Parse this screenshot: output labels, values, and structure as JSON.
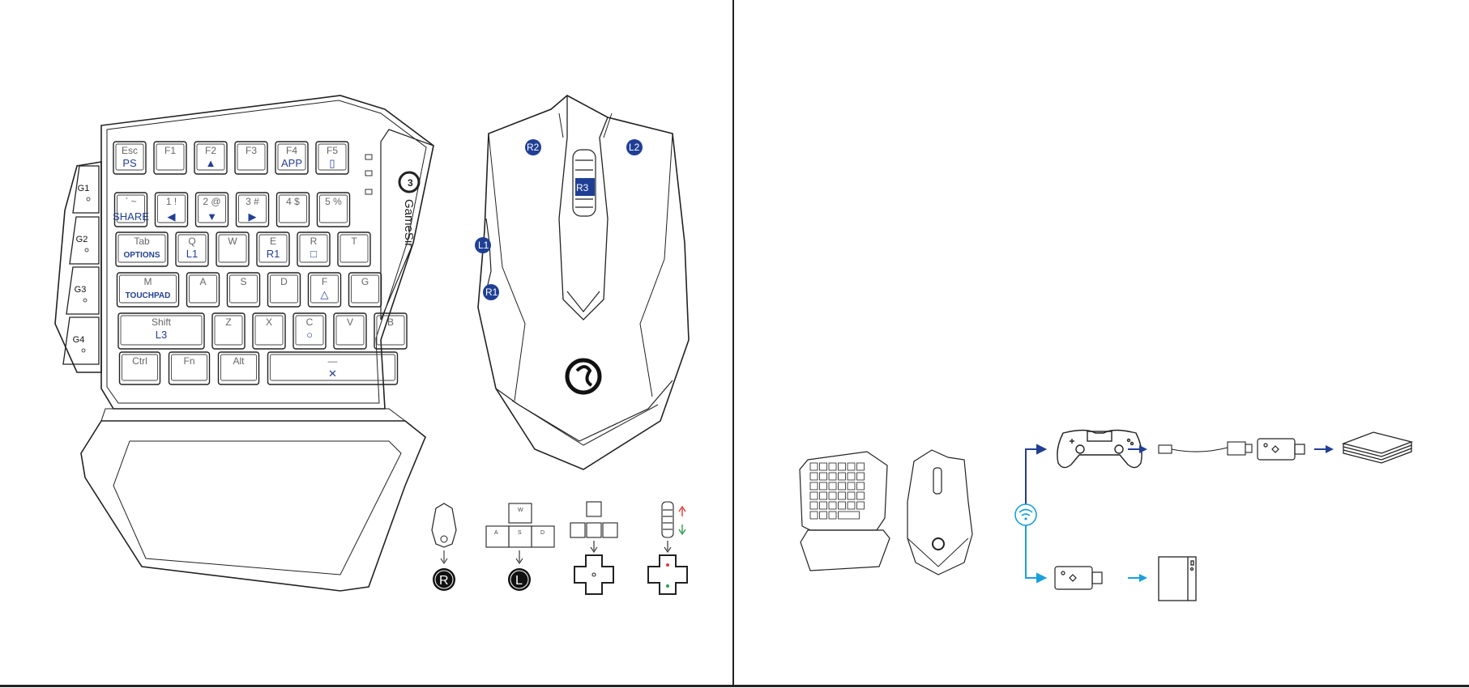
{
  "keyboard": {
    "brand": "GameSir",
    "rows": [
      [
        {
          "main": "Esc",
          "sub": "PS"
        },
        {
          "main": "F1",
          "sub": ""
        },
        {
          "main": "F2",
          "sub": "▲"
        },
        {
          "main": "F3",
          "sub": ""
        },
        {
          "main": "F4",
          "sub": "APP"
        },
        {
          "main": "F5",
          "sub": "▯"
        }
      ],
      [
        {
          "main": "` ~",
          "sub": "SHARE"
        },
        {
          "main": "1 !",
          "sub": "◀"
        },
        {
          "main": "2 @",
          "sub": "▼"
        },
        {
          "main": "3 #",
          "sub": "▶"
        },
        {
          "main": "4 $",
          "sub": ""
        },
        {
          "main": "5 %",
          "sub": ""
        }
      ],
      [
        {
          "main": "Tab",
          "sub": "OPTIONS"
        },
        {
          "main": "Q",
          "sub": "L1"
        },
        {
          "main": "W",
          "sub": ""
        },
        {
          "main": "E",
          "sub": "R1"
        },
        {
          "main": "R",
          "sub": "□"
        },
        {
          "main": "T",
          "sub": ""
        }
      ],
      [
        {
          "main": "M",
          "sub": "TOUCHPAD"
        },
        {
          "main": "A",
          "sub": ""
        },
        {
          "main": "S",
          "sub": ""
        },
        {
          "main": "D",
          "sub": ""
        },
        {
          "main": "F",
          "sub": "△"
        },
        {
          "main": "G",
          "sub": ""
        }
      ],
      [
        {
          "main": "Shift",
          "sub": "L3"
        },
        {
          "main": "Z",
          "sub": ""
        },
        {
          "main": "X",
          "sub": ""
        },
        {
          "main": "C",
          "sub": "○"
        },
        {
          "main": "V",
          "sub": ""
        },
        {
          "main": "B",
          "sub": ""
        }
      ],
      [
        {
          "main": "Ctrl",
          "sub": ""
        },
        {
          "main": "Fn",
          "sub": ""
        },
        {
          "main": "Alt",
          "sub": ""
        },
        {
          "main": "—",
          "sub": "✕"
        }
      ]
    ],
    "g_keys": [
      "G1",
      "G2",
      "G3",
      "G4"
    ]
  },
  "mouse": {
    "badges": [
      "R2",
      "L2",
      "R3",
      "L1",
      "R1"
    ]
  },
  "mapping": {
    "targets": [
      "R",
      "L"
    ],
    "wasd": [
      "W",
      "A",
      "S",
      "D"
    ]
  },
  "colors": {
    "badge_blue": "#1f3f95",
    "wired_blue": "#233f95",
    "wireless_cyan": "#1aa0dc",
    "arrow_red": "#e53935",
    "arrow_green": "#2e9d4b"
  },
  "icons": [
    "wifi-icon",
    "controller-icon",
    "usb-dongle-icon",
    "usb-cable-icon",
    "console-icon",
    "pc-icon"
  ]
}
